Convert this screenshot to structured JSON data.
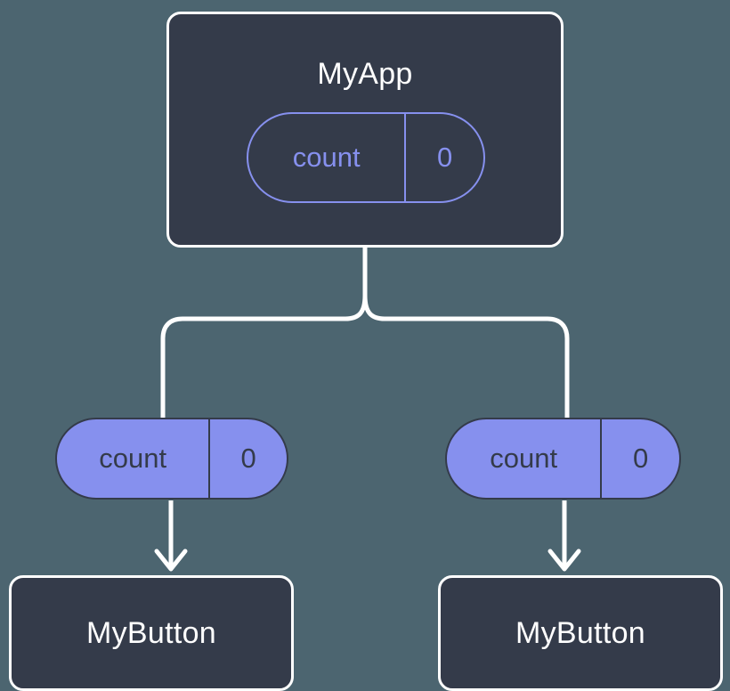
{
  "diagram": {
    "type": "component-state-tree",
    "background_color": "#4c6570",
    "box_fill_color": "#343b4a",
    "box_border_color": "#ffffff",
    "accent_color": "#8690ee",
    "connector_color": "#ffffff"
  },
  "root": {
    "title": "MyApp",
    "state_pill": {
      "key": "count",
      "value": "0",
      "style": "outline"
    }
  },
  "children": [
    {
      "prop_pill": {
        "key": "count",
        "value": "0",
        "style": "filled"
      },
      "title": "MyButton"
    },
    {
      "prop_pill": {
        "key": "count",
        "value": "0",
        "style": "filled"
      },
      "title": "MyButton"
    }
  ]
}
